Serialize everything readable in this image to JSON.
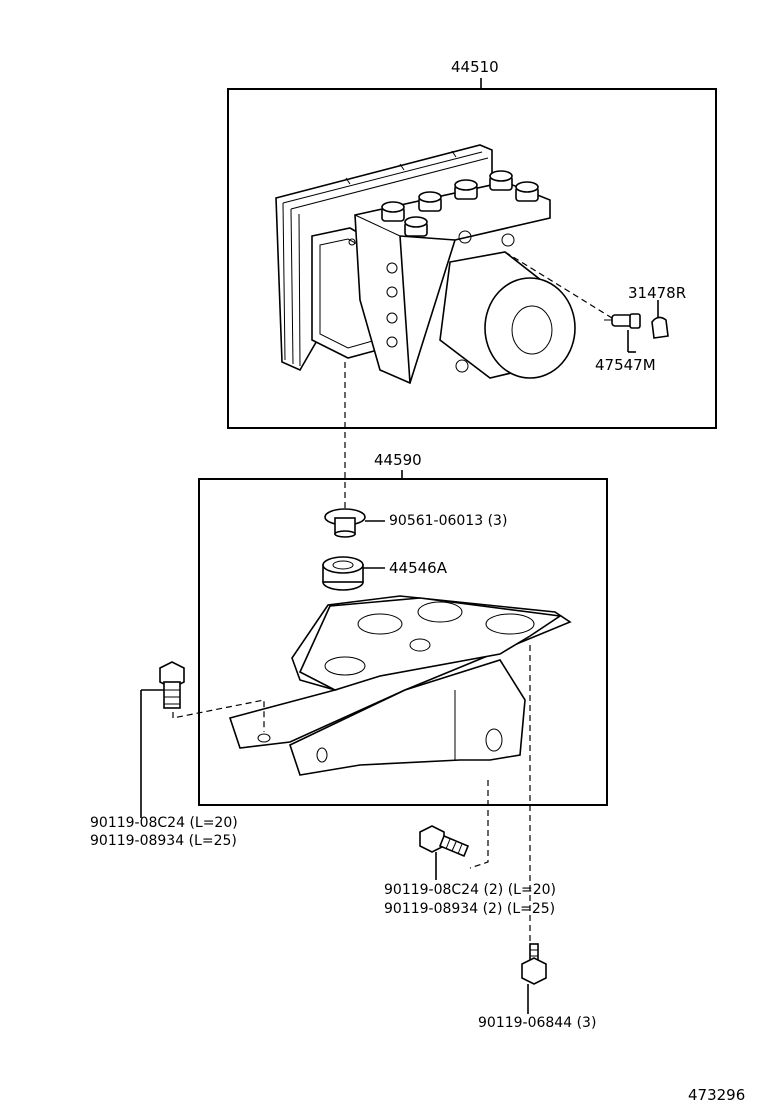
{
  "parts": {
    "abs_actuator": "44510",
    "bracket_assy": "44590",
    "union_plug": "31478R",
    "bleeder_plug": "47547M",
    "cushion_collar": "90561-06013 (3)",
    "cushion": "44546A",
    "bolt_left_1": "90119-08C24 (L=20)",
    "bolt_left_2": "90119-08934 (L=25)",
    "bolt_center_1": "90119-08C24 (2) (L=20)",
    "bolt_center_2": "90119-08934 (2) (L=25)",
    "bolt_bottom": "90119-06844 (3)"
  },
  "illustration_number": "473296"
}
